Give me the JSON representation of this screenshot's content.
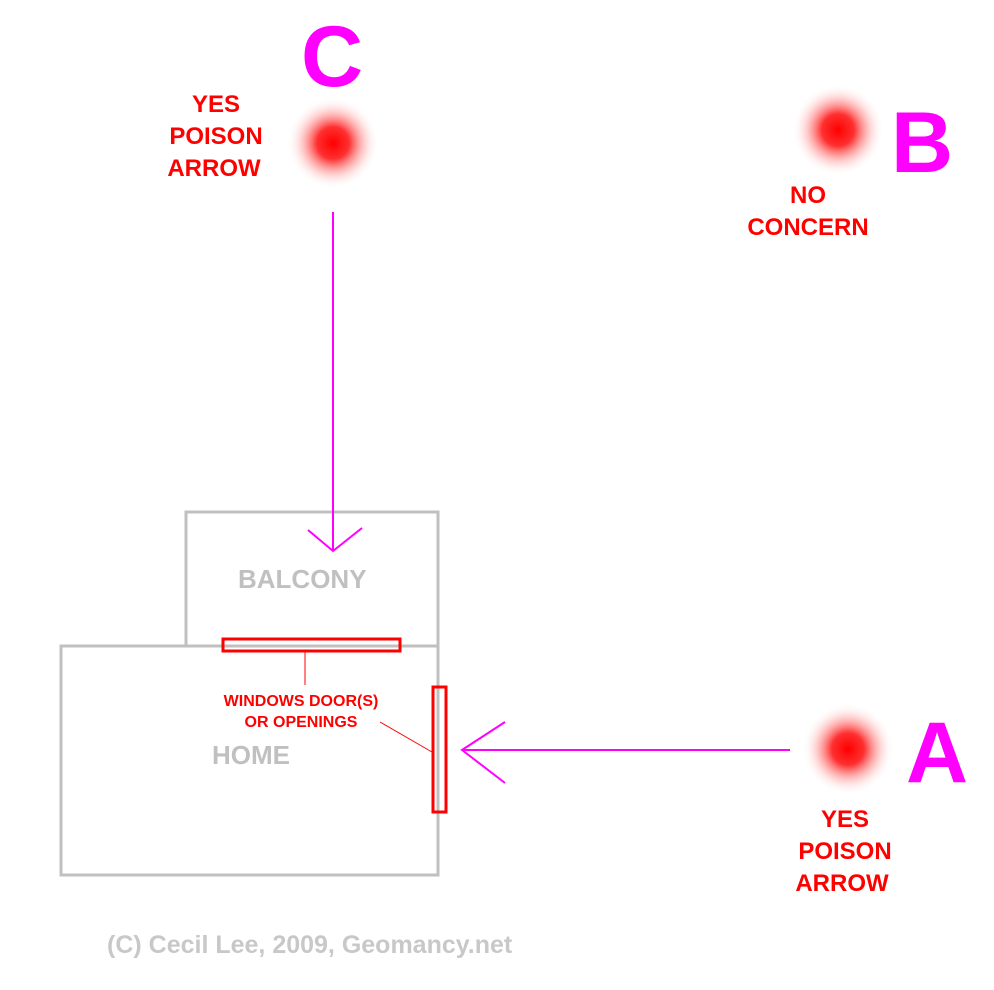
{
  "points": {
    "c": {
      "letter": "C",
      "lines": [
        "YES",
        "POISON",
        "ARROW"
      ]
    },
    "b": {
      "letter": "B",
      "lines": [
        "NO",
        "CONCERN"
      ]
    },
    "a": {
      "letter": "A",
      "lines": [
        "YES",
        "POISON",
        "ARROW"
      ]
    }
  },
  "rooms": {
    "balcony": "BALCONY",
    "home": "HOME"
  },
  "openings_label": [
    "WINDOWS DOOR(S)",
    "OR OPENINGS"
  ],
  "copyright": "(C) Cecil Lee, 2009, Geomancy.net",
  "colors": {
    "accent": "#ff00ff",
    "label": "#ff0000",
    "walls": "#c0c0c0"
  }
}
